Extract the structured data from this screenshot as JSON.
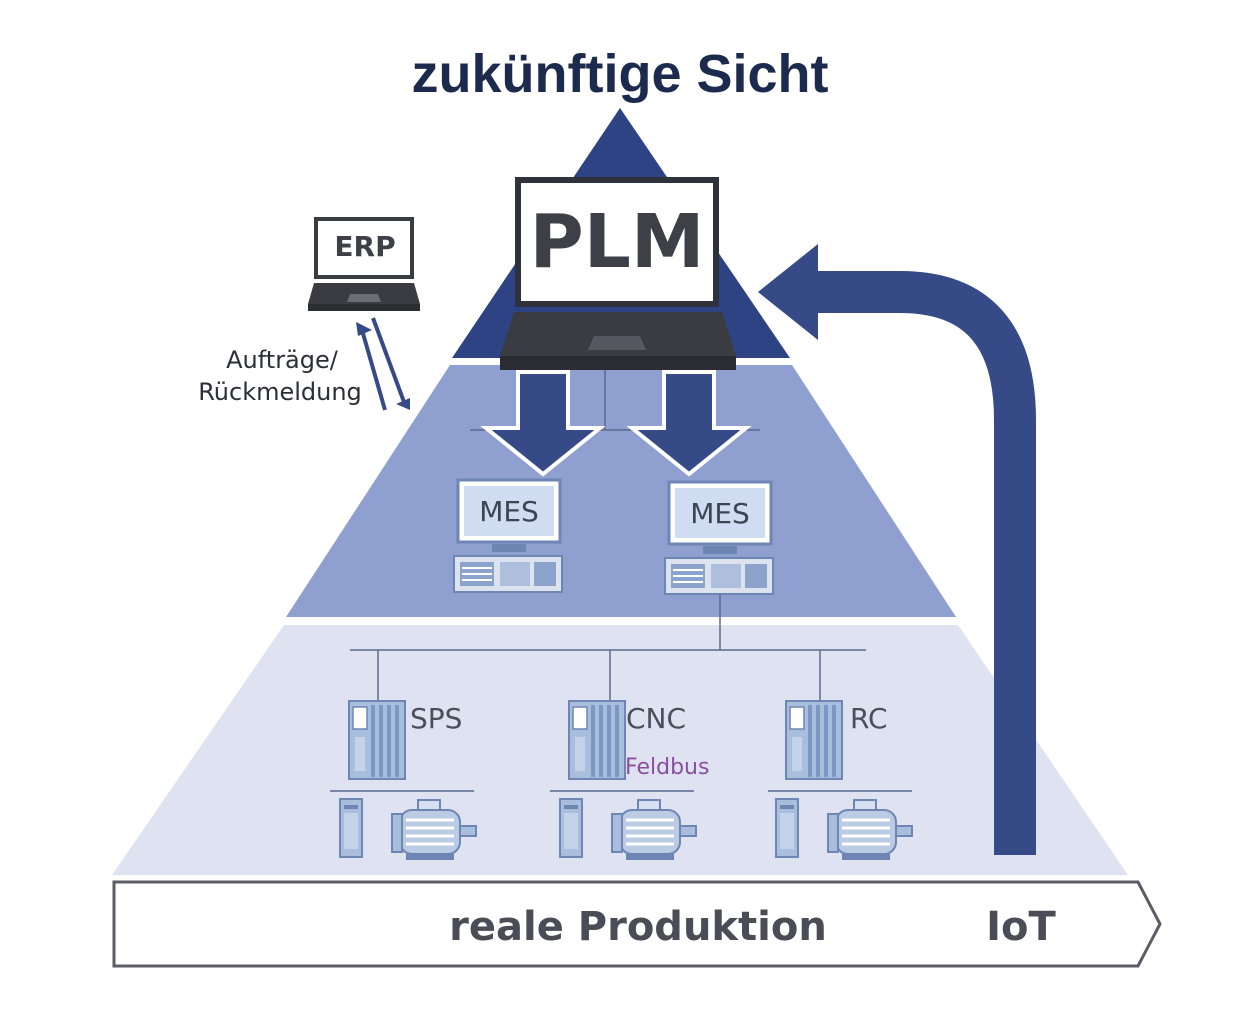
{
  "title": "zukünftige Sicht",
  "plm": {
    "label": "PLM"
  },
  "erp": {
    "label": "ERP"
  },
  "exchange": {
    "line1": "Aufträge/",
    "line2": "Rückmeldung"
  },
  "mes": [
    {
      "label": "MES"
    },
    {
      "label": "MES"
    }
  ],
  "devices": [
    {
      "label": "SPS"
    },
    {
      "label": "CNC"
    },
    {
      "label": "RC"
    }
  ],
  "fieldbus": {
    "label": "Feldbus"
  },
  "bottom_bar": {
    "label": "reale Produktion",
    "iot_label": "IoT"
  },
  "colors": {
    "tier_top": "#2d4383",
    "tier_middle": "#8e9fd0",
    "tier_bottom": "#dfe3f1",
    "arrow": "#354a86",
    "title": "#1c2a4d"
  }
}
